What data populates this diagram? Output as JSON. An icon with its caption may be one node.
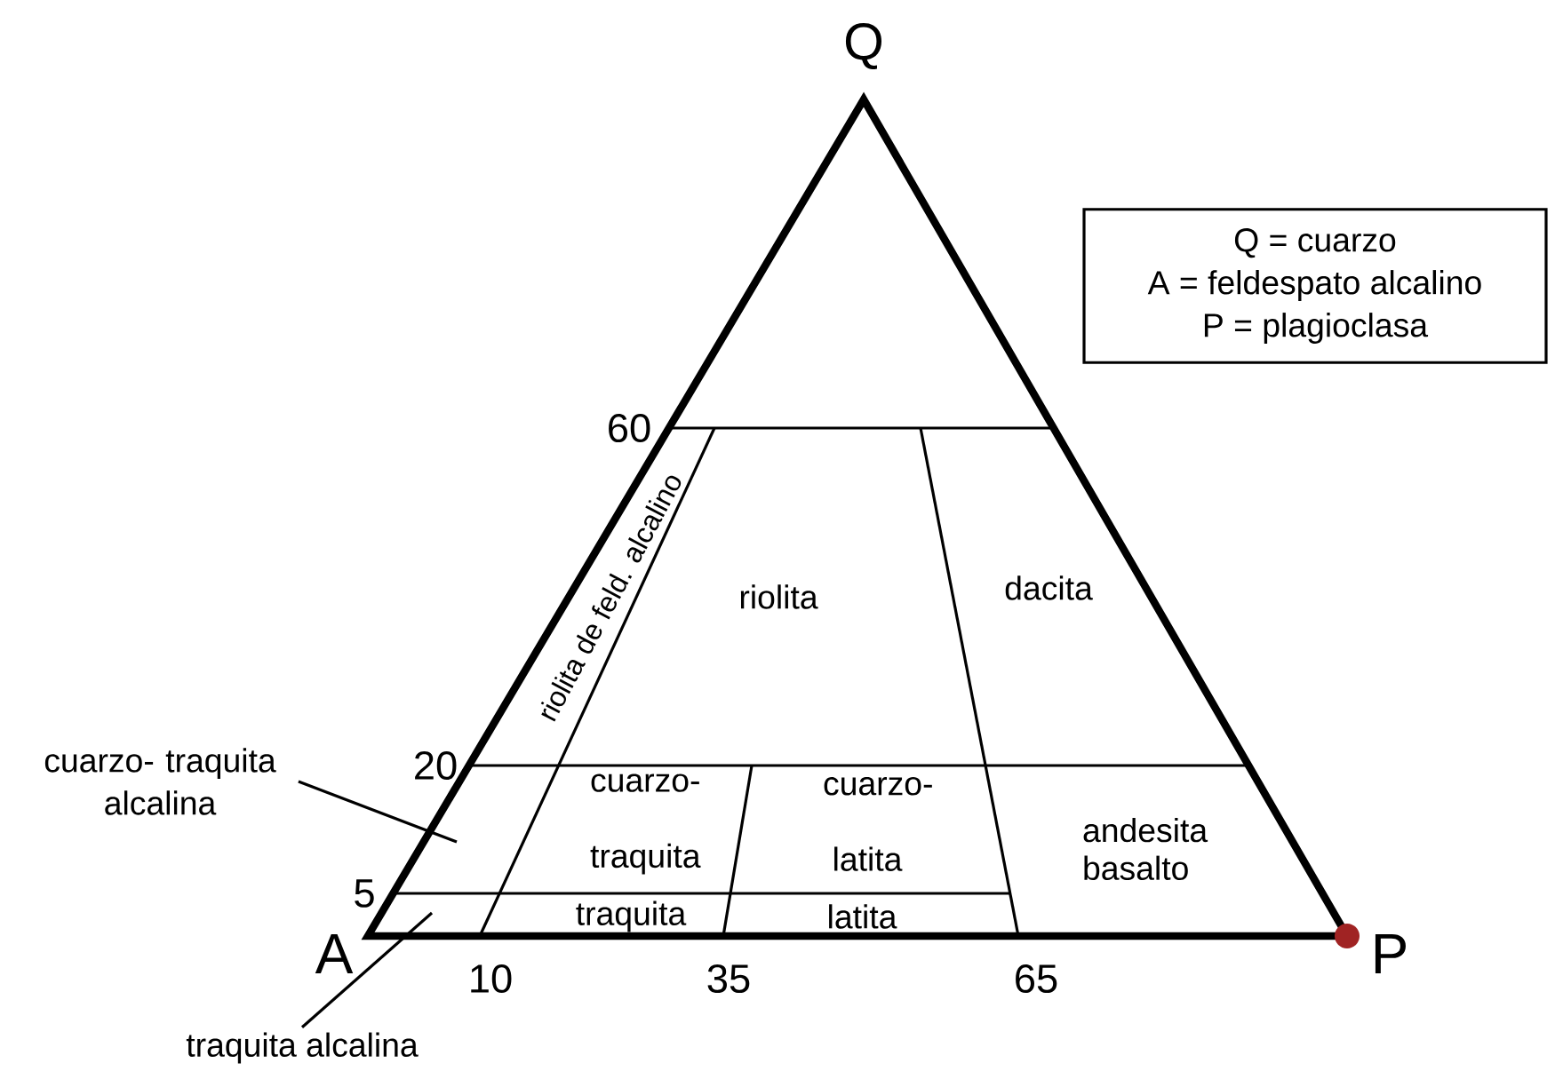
{
  "diagram": {
    "nodes": [
      {
        "text": [
          "Q = cuarzo",
          "A = feldespato alcalino",
          "P = plagioclasa"
        ]
      },
      {
        "text": [
          "cuarzo- traquita alcalina"
        ]
      },
      {
        "text": [
          "traquita alcalina"
        ]
      }
    ],
    "edges": [
      {
        "from": 1,
        "to": null,
        "arrow": "none"
      },
      {
        "from": 2,
        "to": null,
        "arrow": "none"
      }
    ],
    "labels": [
      "Q",
      "60",
      "riolita de feld. alcalino",
      "riolita",
      "dacita",
      "20",
      "cuarzo- traquita",
      "cuarzo- latita",
      "andesita basalto",
      "5",
      "traquita",
      "latita",
      "A",
      "P",
      "10",
      "35",
      "65"
    ]
  }
}
